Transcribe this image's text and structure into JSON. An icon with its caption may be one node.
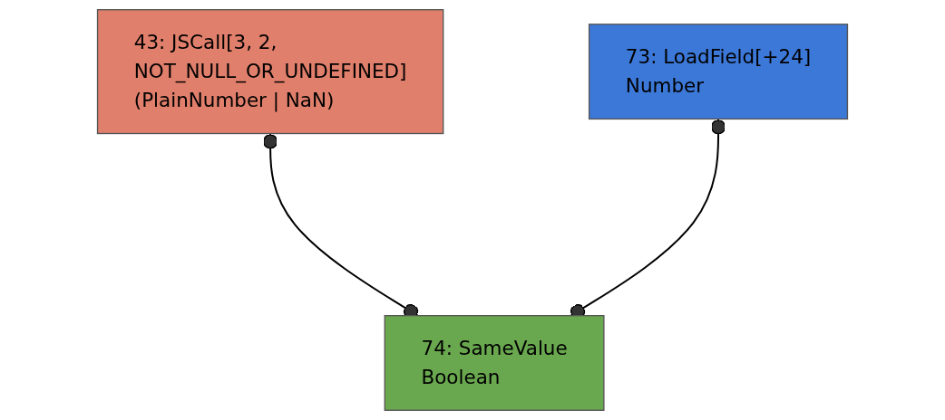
{
  "diagram": {
    "nodes": [
      {
        "text": [
          "43: JSCall[3, 2, NOT_NULL_OR_UNDEFINED]",
          "(PlainNumber | NaN)"
        ]
      },
      {
        "text": [
          "73: LoadField[+24]",
          "Number"
        ]
      },
      {
        "text": [
          "74: SameValue",
          "Boolean"
        ]
      }
    ],
    "edges": [
      {
        "from": 0,
        "to": 2,
        "arrow": "other"
      },
      {
        "from": 1,
        "to": 2,
        "arrow": "other"
      }
    ]
  }
}
